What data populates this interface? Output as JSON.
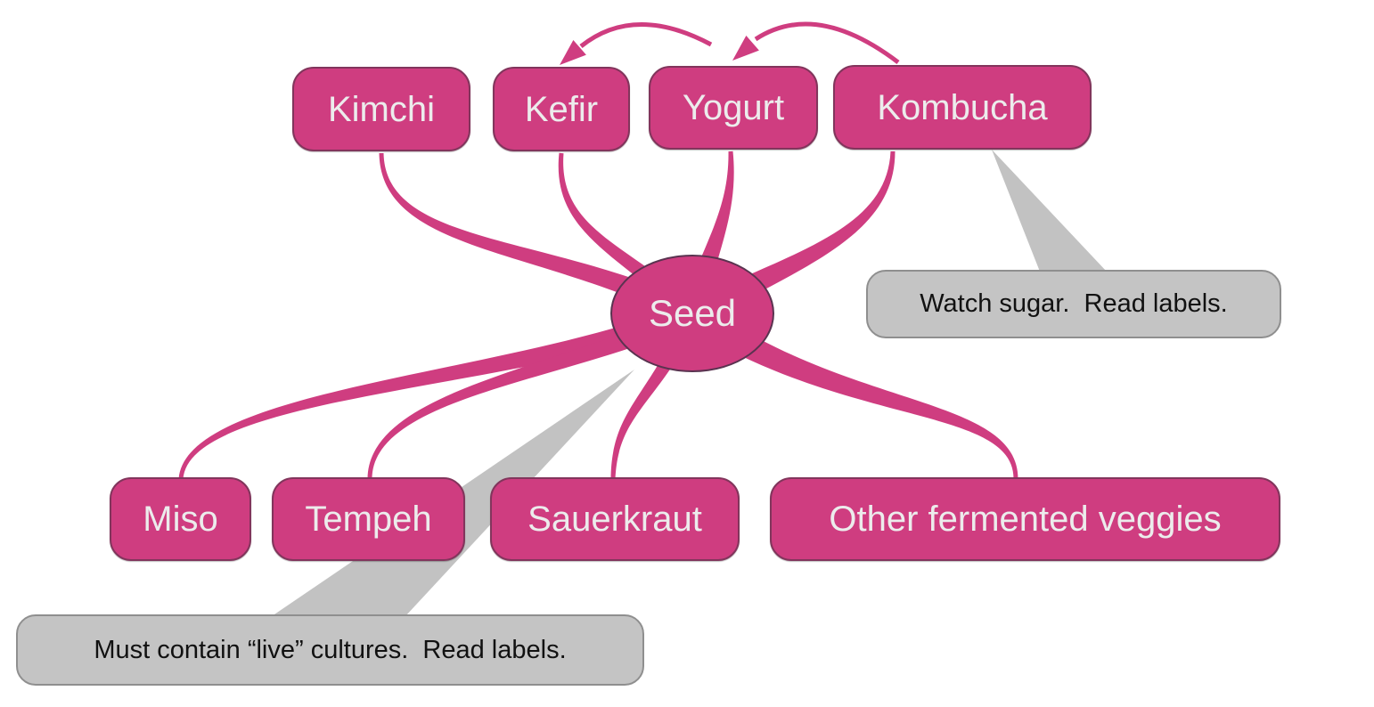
{
  "diagram": {
    "center_node": {
      "id": "seed",
      "label": "Seed"
    },
    "top_nodes": [
      {
        "id": "kimchi",
        "label": "Kimchi"
      },
      {
        "id": "kefir",
        "label": "Kefir"
      },
      {
        "id": "yogurt",
        "label": "Yogurt"
      },
      {
        "id": "kombucha",
        "label": "Kombucha"
      }
    ],
    "bottom_nodes": [
      {
        "id": "miso",
        "label": "Miso"
      },
      {
        "id": "tempeh",
        "label": "Tempeh"
      },
      {
        "id": "sauerkraut",
        "label": "Sauerkraut"
      },
      {
        "id": "other",
        "label": "Other fermented veggies"
      }
    ],
    "callouts": [
      {
        "id": "callout-sugar",
        "text": "Watch sugar.  Read labels.",
        "points_to": "kombucha"
      },
      {
        "id": "callout-live",
        "text": "Must contain “live” cultures.  Read labels.",
        "points_to": "seed"
      }
    ],
    "arrows": [
      {
        "from": "yogurt",
        "to": "kefir"
      },
      {
        "from": "kombucha",
        "to": "yogurt"
      }
    ],
    "colors": {
      "node_fill": "#cf3d80",
      "node_border": "#82355c",
      "node_text": "#ececec",
      "edge_pink": "#cf3d80",
      "callout_fill": "#c4c4c4",
      "callout_border": "#8f8f8f",
      "callout_text": "#111111",
      "wedge_gray": "#c2c2c2",
      "background": "#ffffff"
    }
  }
}
